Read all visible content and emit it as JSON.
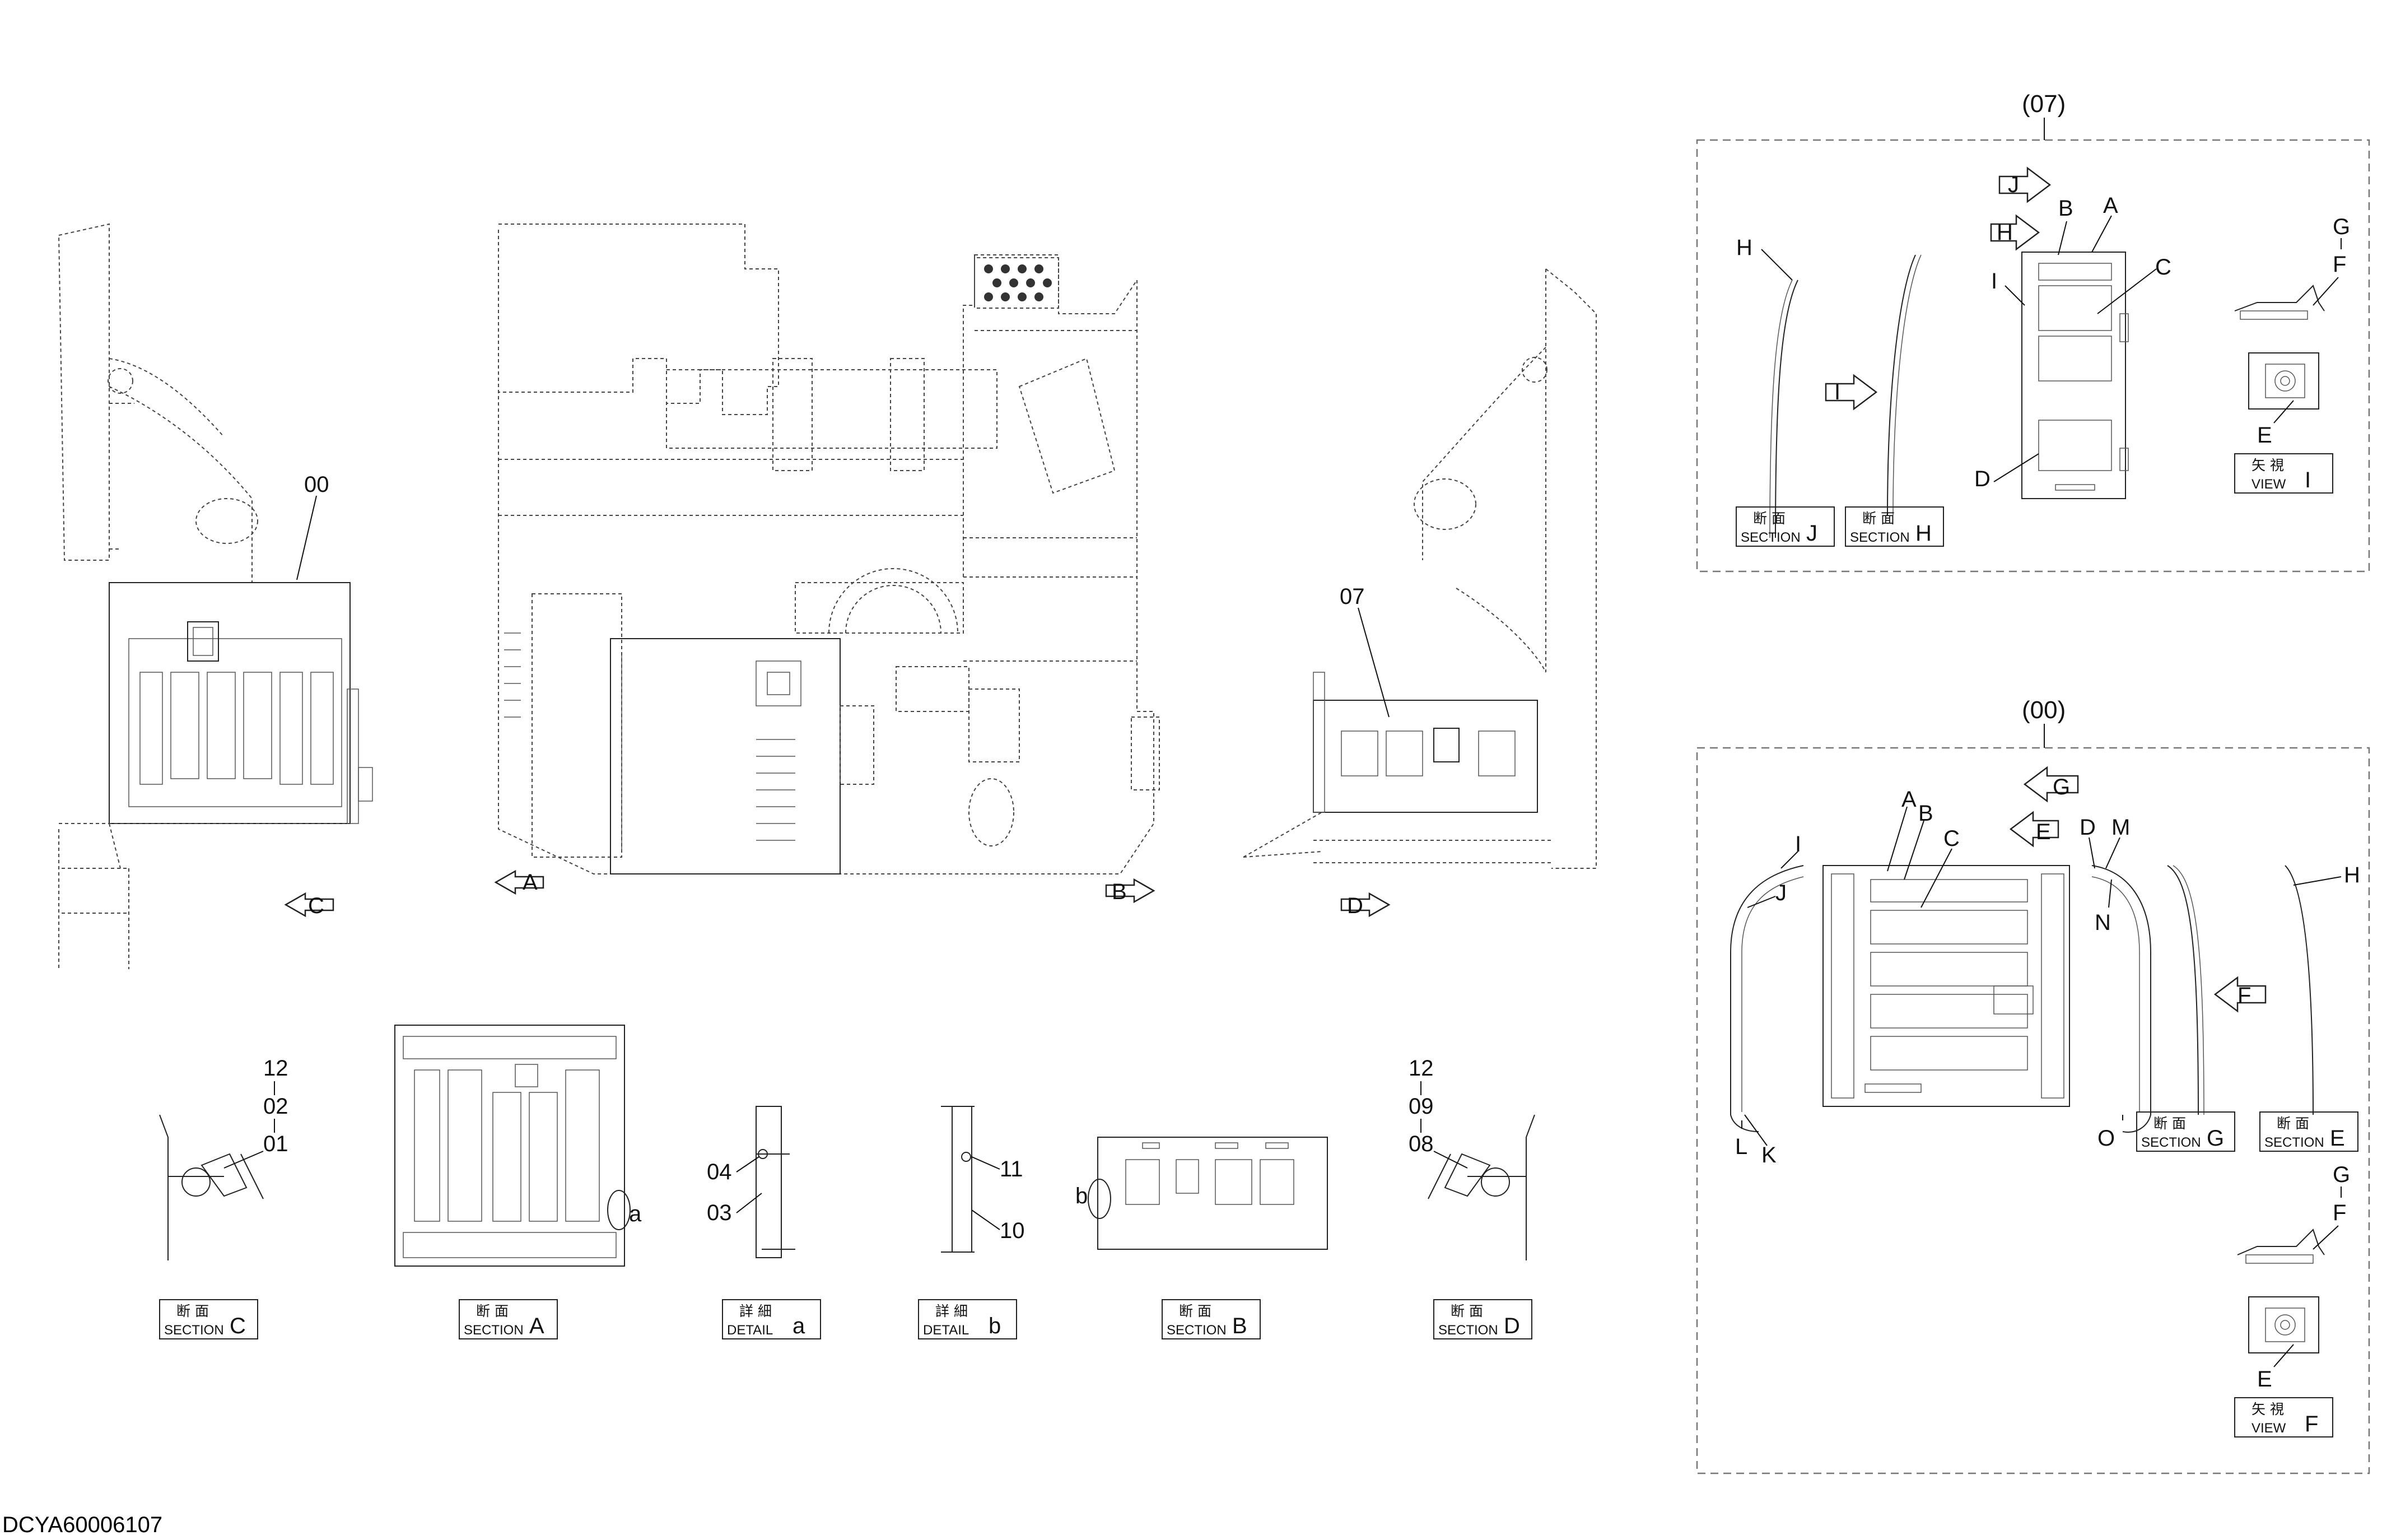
{
  "drawing_code": "DCYA60006107",
  "groups": {
    "g07": "(07)",
    "g00": "(00)"
  },
  "callouts": {
    "p00": "00",
    "p07": "07",
    "p12a": "12",
    "p02": "02",
    "p01": "01",
    "p12b": "12",
    "p09": "09",
    "p08": "08",
    "p04": "04",
    "p03": "03",
    "p11": "11",
    "p10": "10",
    "detail_a": "a",
    "detail_b": "b"
  },
  "view_arrows": {
    "A": "A",
    "B": "B",
    "C": "C",
    "D": "D",
    "E": "E",
    "F": "F",
    "G": "G",
    "H": "H",
    "I": "I",
    "J": "J"
  },
  "letters_07": {
    "A": "A",
    "B": "B",
    "C": "C",
    "D": "D",
    "E": "E",
    "F": "F",
    "G": "G",
    "H1": "H",
    "H2": "H",
    "I": "I"
  },
  "letters_00": {
    "A": "A",
    "B": "B",
    "C": "C",
    "D": "D",
    "E": "E",
    "F": "F",
    "G": "G",
    "H": "H",
    "I": "I",
    "J": "J",
    "K": "K",
    "L": "L",
    "M": "M",
    "N": "N",
    "O": "O"
  },
  "label_boxes": {
    "section_jp": "断 面",
    "section_en": "SECTION",
    "detail_jp": "詳 細",
    "detail_en": "DETAIL",
    "view_jp": "矢 視",
    "view_en": "VIEW",
    "section_J": "J",
    "section_H07": "H",
    "view_I": "I",
    "section_G": "G",
    "section_E": "E",
    "view_F": "F",
    "section_C": "C",
    "section_A": "A",
    "detail_a": "a",
    "detail_b": "b",
    "section_B": "B",
    "section_D": "D"
  }
}
